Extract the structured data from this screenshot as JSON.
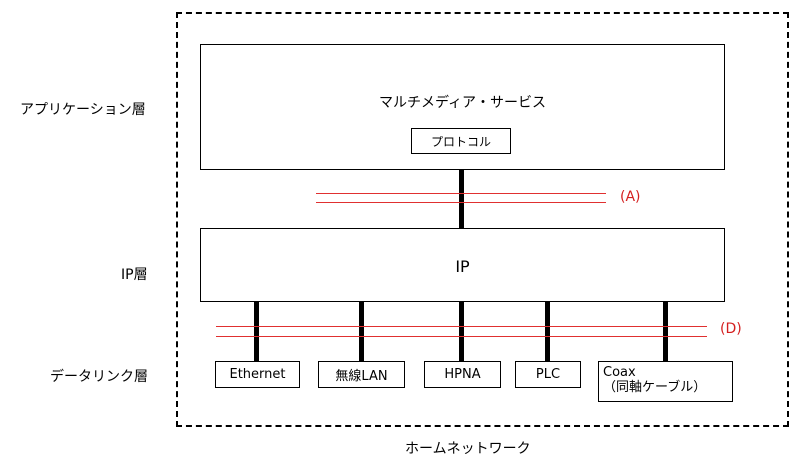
{
  "layers": {
    "application": "アプリケーション層",
    "ip": "IP層",
    "datalink": "データリンク層"
  },
  "app_box": {
    "title": "マルチメディア・サービス",
    "protocol": "プロトコル"
  },
  "ip_box": {
    "title": "IP"
  },
  "interfaces": {
    "ethernet": "Ethernet",
    "wireless_lan": "無線LAN",
    "hpna": "HPNA",
    "plc": "PLC",
    "coax_line1": "Coax",
    "coax_line2": "（同軸ケーブル）"
  },
  "labels": {
    "a": "(A)",
    "d": "(D)"
  },
  "caption": "ホームネットワーク",
  "colors": {
    "red_line": "#e03030",
    "red_label": "#d41f1f"
  }
}
